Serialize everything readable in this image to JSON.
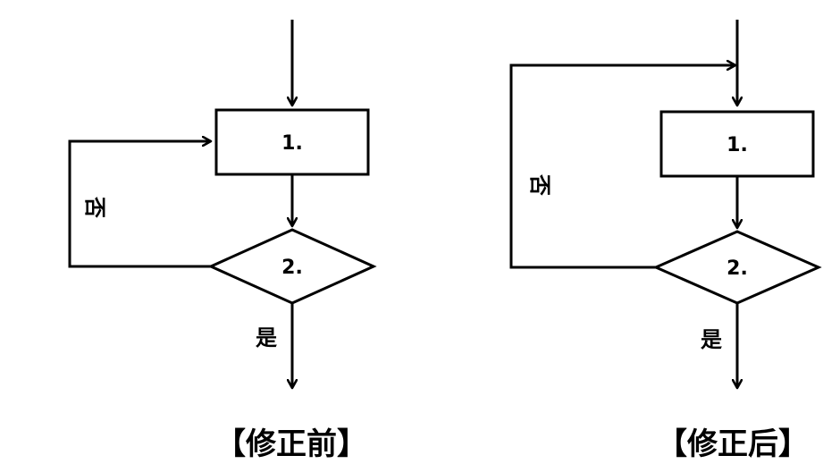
{
  "colors": {
    "stroke": "#000000",
    "background": "#ffffff"
  },
  "before": {
    "process_label": "1.",
    "decision_label": "2.",
    "no_label": "否",
    "yes_label": "是",
    "caption": "【修正前】"
  },
  "after": {
    "process_label": "1.",
    "decision_label": "2.",
    "no_label": "否",
    "yes_label": "是",
    "caption": "【修正后】"
  }
}
